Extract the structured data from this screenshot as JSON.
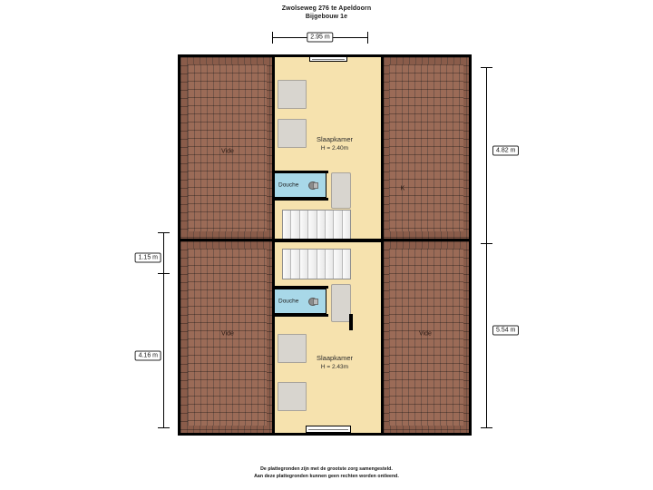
{
  "document": {
    "title_line1": "Zwolseweg 276 te Apeldoorn",
    "title_line2": "Bijgebouw 1e",
    "disclaimer_line1": "De plattegronden zijn met de grootste zorg samengesteld.",
    "disclaimer_line2": "Aan deze plattegronden kunnen geen rechten worden ontleend."
  },
  "colors": {
    "room_fill": "#f6e2ae",
    "wet_room_fill": "#a8d8e8",
    "roof_void_hatch": "#8a5c4a",
    "roof_void_hatch_light": "#9b6b57",
    "wall": "#000000",
    "stair_fill": "#efefef",
    "furniture_fill": "#d8d5cf",
    "window_fill": "#ffffff",
    "page_background": "#ffffff"
  },
  "rooms": [
    {
      "id": "slaapkamer-boven",
      "name": "Slaapkamer",
      "height_label": "H = 2.40m"
    },
    {
      "id": "slaapkamer-onder",
      "name": "Slaapkamer",
      "height_label": "H = 2.43m"
    }
  ],
  "wet_rooms": [
    {
      "id": "douche-boven",
      "name": "Douche"
    },
    {
      "id": "douche-onder",
      "name": "Douche"
    }
  ],
  "voids": [
    {
      "id": "vide-links-boven",
      "name": "Vide"
    },
    {
      "id": "vide-links-onder",
      "name": "Vide"
    },
    {
      "id": "vide-rechts-onder",
      "name": "Vide"
    }
  ],
  "annotations": {
    "kitchen_marker": "K"
  },
  "dimensions": {
    "top": {
      "value": "2.95 m"
    },
    "right_upper": {
      "value": "4.82 m"
    },
    "right_lower": {
      "value": "5.54 m"
    },
    "left_upper": {
      "value": "1.15 m"
    },
    "left_lower": {
      "value": "4.16 m"
    }
  }
}
